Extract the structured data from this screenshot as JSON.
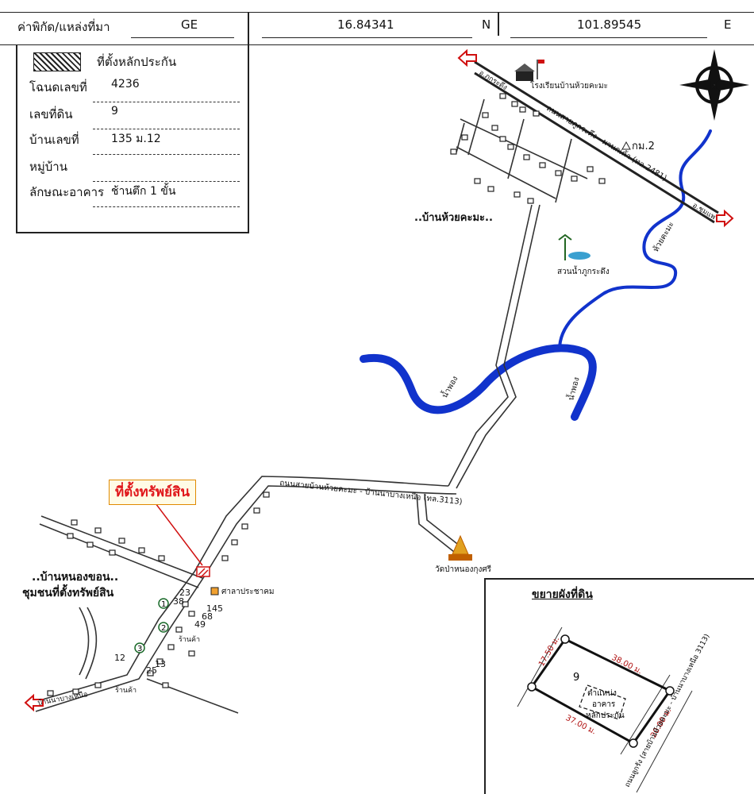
{
  "header": {
    "label": "ค่าพิกัด/แหล่งที่มา",
    "source": "GE",
    "latitude": "16.84341",
    "lat_unit": "N",
    "longitude": "101.89545",
    "lon_unit": "E"
  },
  "legend": {
    "symbol_label": "ที่ตั้งหลักประกัน",
    "rows": [
      {
        "label": "โฉนดเลขที่",
        "value": "4236"
      },
      {
        "label": "เลขที่ดิน",
        "value": "9"
      },
      {
        "label": "บ้านเลขที่",
        "value": "135 ม.12"
      },
      {
        "label": "หมู่บ้าน",
        "value": ""
      },
      {
        "label": "ลักษณะอาคาร",
        "value": "ช้านตึก 1 ขั้น"
      }
    ]
  },
  "map": {
    "school": "โรงเรียนบ้านห้วยคะมะ",
    "km_marker": "กม.2",
    "road_main": "ถนนสายภูกระดึง - ผานกเค้า (ทล.2481)",
    "to_phukradueng": "อ.ภูกระดึง",
    "to_chumphae": "อ.ชุมแพ",
    "village_north": "..บ้านห้วยคะมะ..",
    "park": "สวนน้ำภูกระดึง",
    "stream_khama": "ห้วยคะมะ",
    "river_label_1": "น้ำพอง",
    "river_label_2": "น้ำพอง",
    "road_secondary": "ถนนสายบ้านห้วยคะมะ - บ้านนาบางเหนือ (ทล.3113)",
    "temple": "วัดป่าหนองกุงศรี",
    "asset_callout": "ที่ตั้งทรัพย์สิน",
    "village_south": "..บ้านหนองขอน..",
    "community_note": "ชุมชนที่ตั้งทรัพย์สิน",
    "sala": "ศาลาประชาคม",
    "shop_1": "ร้านค้า",
    "shop_2": "ร้านค้า",
    "to_nabang": "บ้านนาบางเหนือ",
    "compass": "N",
    "house_numbers": [
      "23",
      "38",
      "145",
      "68",
      "49",
      "12",
      "13",
      "25"
    ],
    "circled_numbers": [
      "1",
      "2",
      "3"
    ]
  },
  "inset": {
    "title": "ขยายผังที่ดิน",
    "parcel_number": "9",
    "side_top": "38.00 ม.",
    "side_left": "17.50 ม.",
    "side_right": "20.00 ม.",
    "side_bottom": "37.00 ม.",
    "building_label": [
      "ตำแหน่ง",
      "อาคาร",
      "หลักประกัน"
    ],
    "road_label": "ถนนลูกรัง (สายบ้านห้วยคะมะ - บ้านนาบางเหนือ 3113)"
  },
  "colors": {
    "river": "#1133cc",
    "callout_text": "#e0161b",
    "dimension_text": "#b01010",
    "arrow": "#d01010"
  }
}
